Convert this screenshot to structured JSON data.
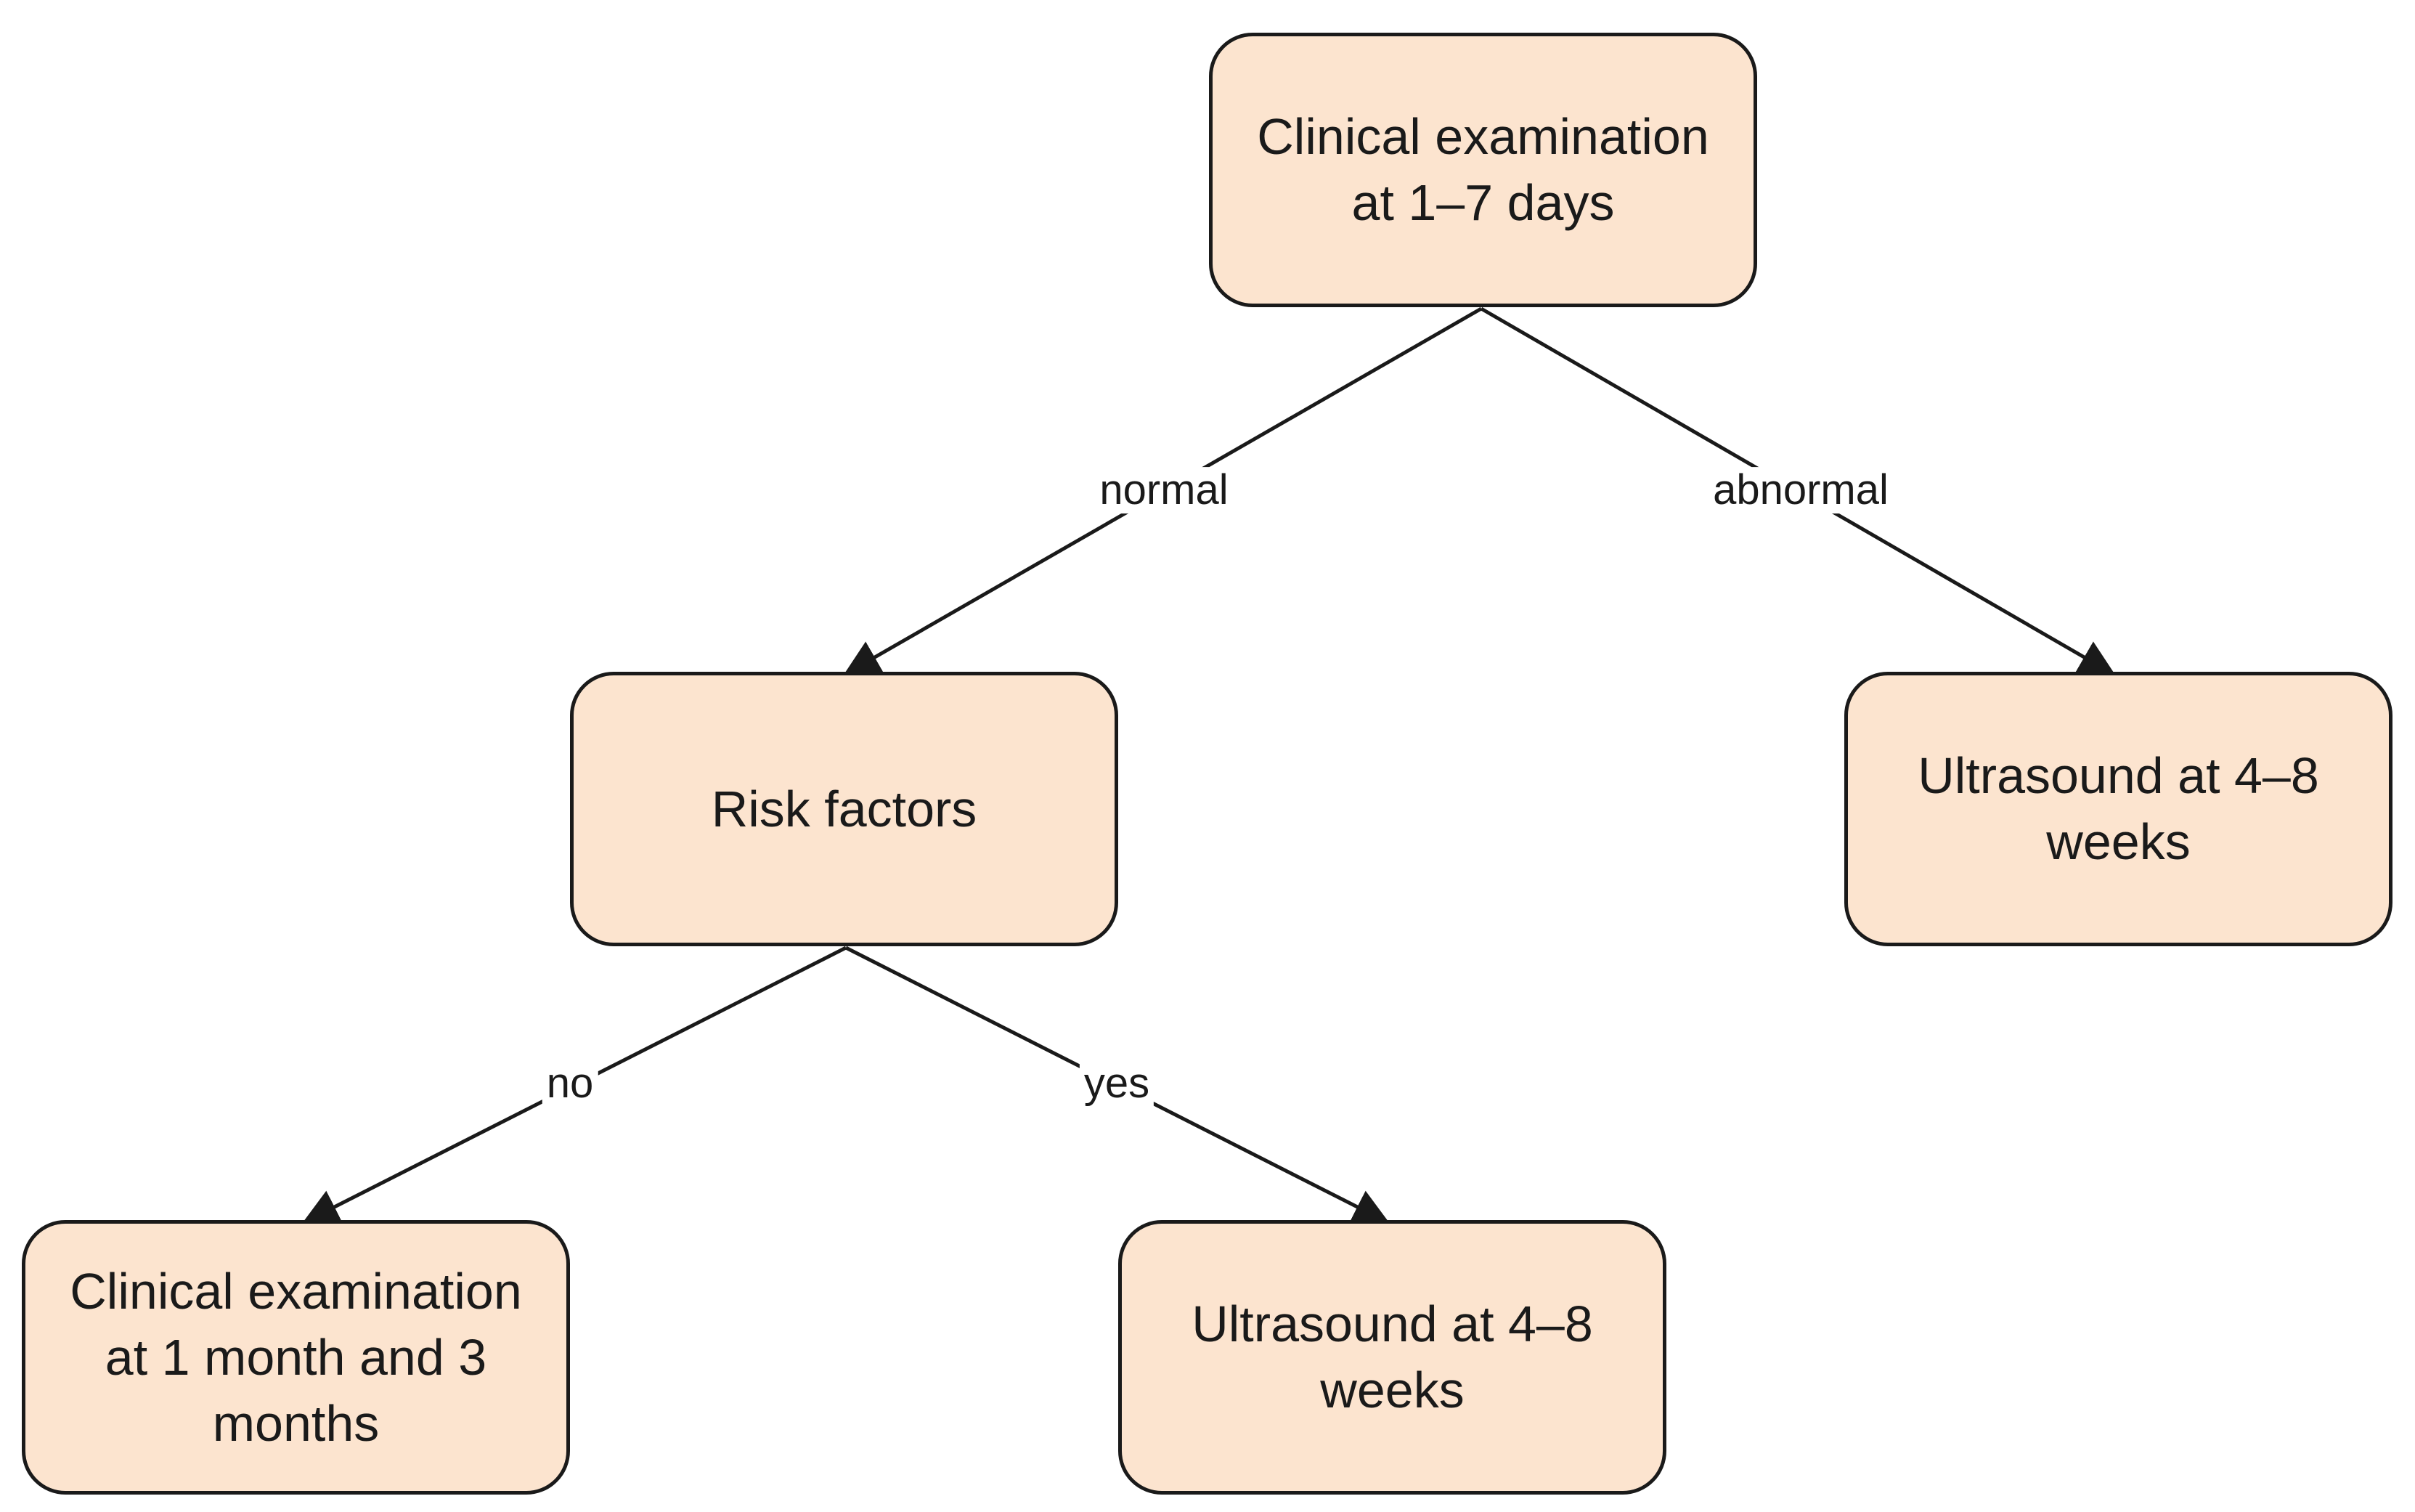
{
  "nodes": {
    "root": {
      "label": "Clinical examination\nat 1–7 days"
    },
    "risk": {
      "label": "Risk factors"
    },
    "us_abnormal": {
      "label": "Ultrasound at 4–8\nweeks"
    },
    "clinical_followup": {
      "label": "Clinical examination\nat 1 month and 3\nmonths"
    },
    "us_risk": {
      "label": "Ultrasound at 4–8\nweeks"
    }
  },
  "edges": {
    "normal": "normal",
    "abnormal": "abnormal",
    "no": "no",
    "yes": "yes"
  },
  "colors": {
    "node_fill": "#fce4cf",
    "stroke": "#1a1a1a"
  }
}
